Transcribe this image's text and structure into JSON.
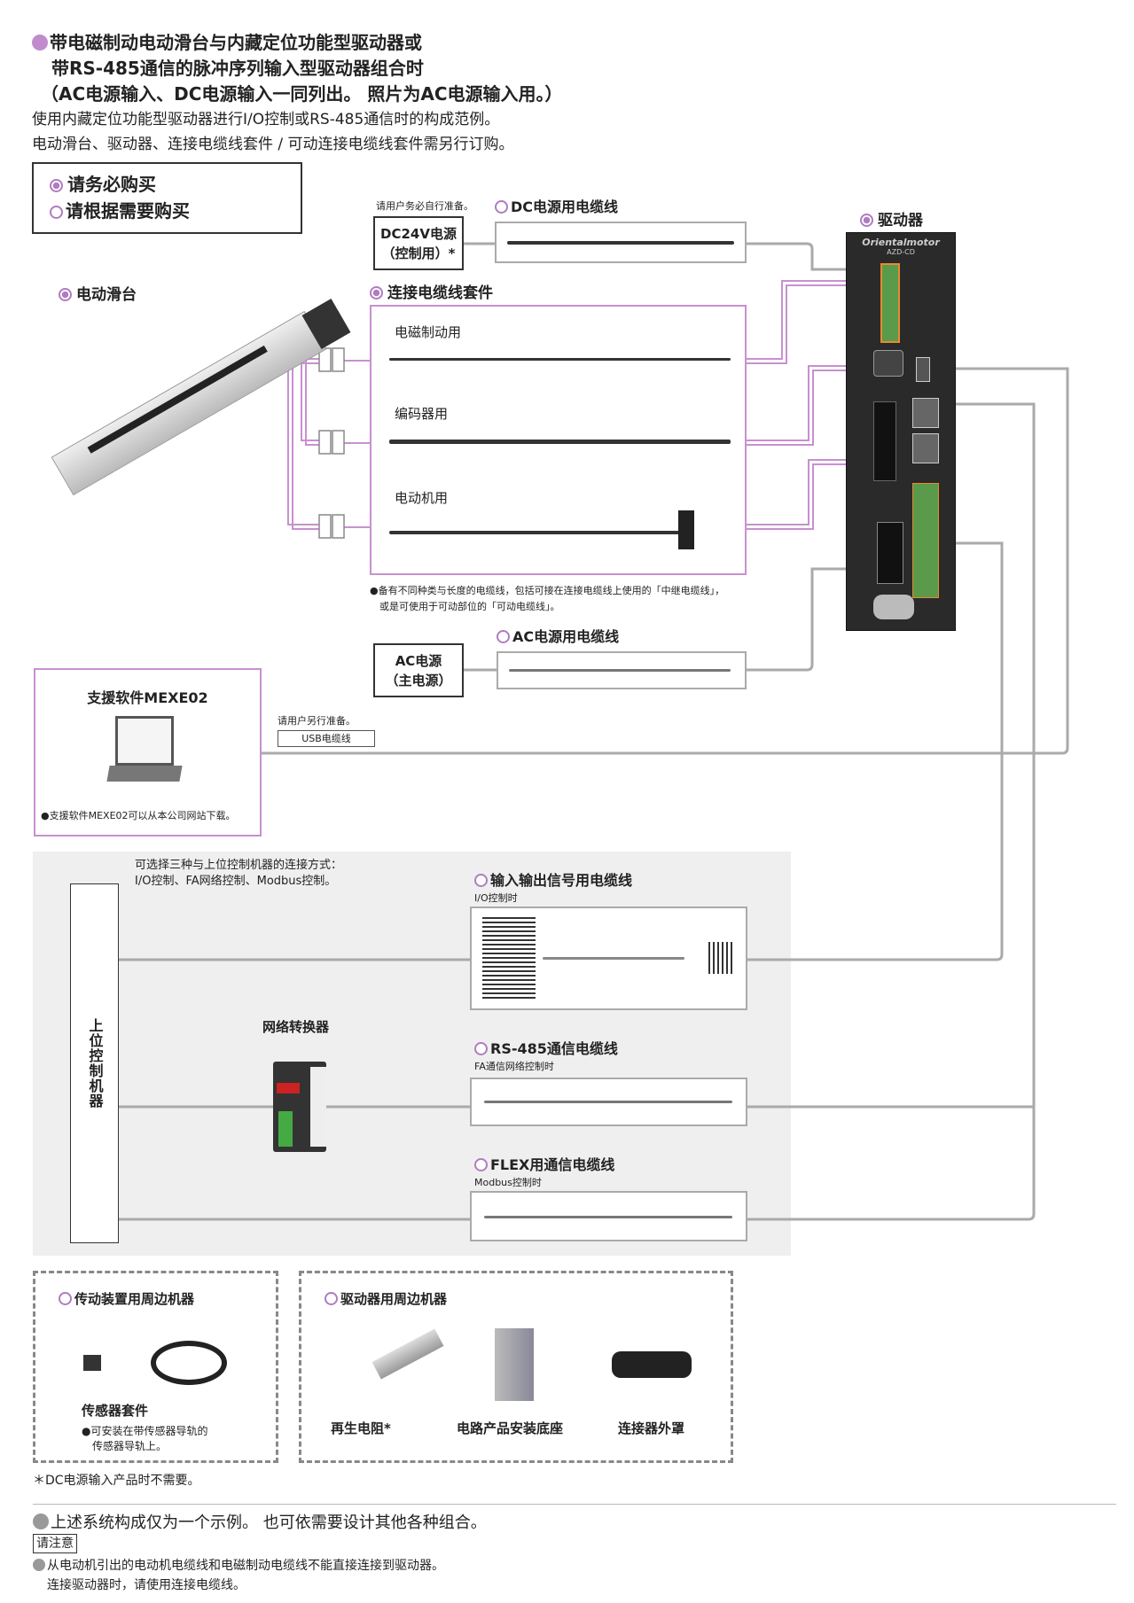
{
  "header": {
    "title_lines": [
      "带电磁制动电动滑台与内藏定位功能型驱动器或",
      "带RS-485通信的脉冲序列输入型驱动器组合时",
      "（AC电源输入、DC电源输入一同列出。 照片为AC电源输入用。）"
    ],
    "desc_lines": [
      "使用内藏定位功能型驱动器进行I/O控制或RS-485通信时的构成范例。",
      "电动滑台、驱动器、连接电缆线套件 / 可动连接电缆线套件需另行订购。"
    ]
  },
  "legend": {
    "required": "请务必购买",
    "optional": "请根据需要购买"
  },
  "dc": {
    "note": "请用户务必自行准备。",
    "cable_label": "DC电源用电缆线",
    "power_label_1": "DC24V电源",
    "power_label_2": "（控制用）*"
  },
  "driver": {
    "label": "驱动器",
    "brand": "Orientalmotor",
    "model": "AZD-CD"
  },
  "slide": {
    "label": "电动滑台"
  },
  "kit": {
    "label": "连接电缆线套件",
    "items": [
      "电磁制动用",
      "编码器用",
      "电动机用"
    ],
    "note_1": "●备有不同种类与长度的电缆线，包括可接在连接电缆线上使用的「中继电缆线」，",
    "note_2": "或是可使用于可动部位的「可动电缆线」。"
  },
  "ac": {
    "cable_label": "AC电源用电缆线",
    "power_label_1": "AC电源",
    "power_label_2": "（主电源）"
  },
  "mexe": {
    "title": "支援软件MEXE02",
    "note": "●支援软件MEXE02可以从本公司网站下载。",
    "usb_note": "请用户另行准备。",
    "usb_label": "USB电缆线"
  },
  "host": {
    "intro_1": "可选择三种与上位控制机器的连接方式：",
    "intro_2": "I/O控制、FA网络控制、Modbus控制。",
    "label": "上位控制机器",
    "converter": "网络转换器",
    "cables": [
      {
        "label": "输入输出信号用电缆线",
        "sub": "I/O控制时"
      },
      {
        "label": "RS-485通信电缆线",
        "sub": "FA通信网络控制时"
      },
      {
        "label": "FLEX用通信电缆线",
        "sub": "Modbus控制时"
      }
    ]
  },
  "peripherals": {
    "actuator_title": "传动装置用周边机器",
    "sensor_label": "传感器套件",
    "sensor_note_1": "●可安装在带传感器导轨的",
    "sensor_note_2": "传感器导轨上。",
    "driver_title": "驱动器用周边机器",
    "items": [
      "再生电阻*",
      "电路产品安装底座",
      "连接器外罩"
    ]
  },
  "footnote": "＊DC电源输入产品时不需要。",
  "bottom": {
    "example": "上述系统构成仅为一个示例。 也可依需要设计其他各种组合。",
    "caution_label": "请注意",
    "caution_1": "从电动机引出的电动机电缆线和电磁制动电缆线不能直接连接到驱动器。",
    "caution_2": "连接驱动器时，请使用连接电缆线。"
  },
  "colors": {
    "accent": "#c08ccc",
    "line_gray": "#aaaaaa",
    "kit_border": "#c890d0",
    "panel_bg": "#efefef"
  }
}
